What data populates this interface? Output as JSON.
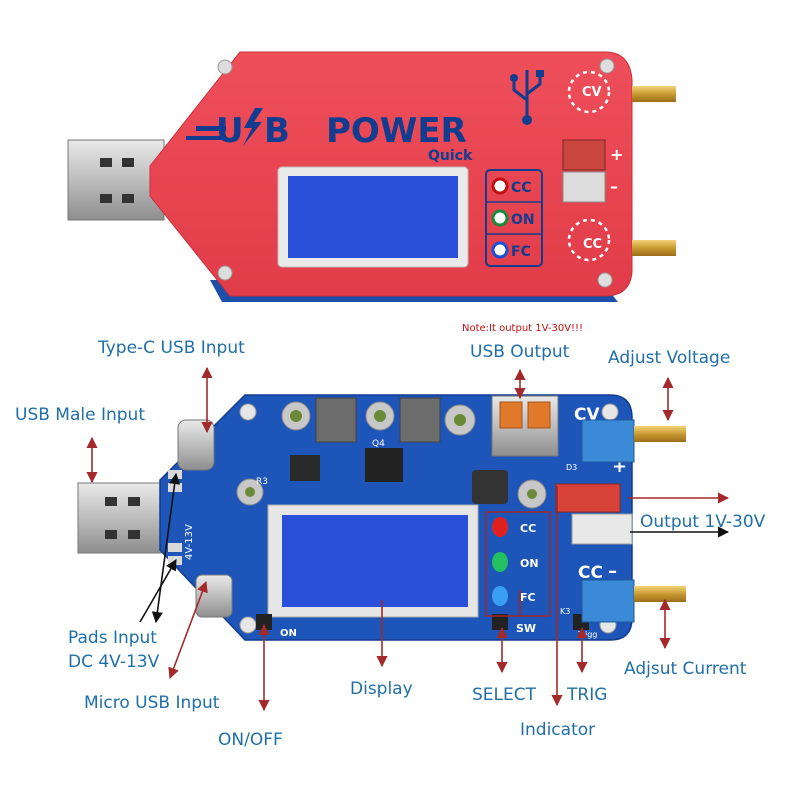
{
  "top_board": {
    "brand_usb": "U",
    "brand_b": "B",
    "brand_power": "POWER",
    "brand_quick": "Quick",
    "mode_cv": "CV",
    "mode_cc": "CC",
    "led_cc": "CC",
    "led_on": "ON",
    "led_fc": "FC",
    "plus": "+",
    "minus": "–"
  },
  "bottom_board": {
    "silk_cv": "CV",
    "silk_cc": "CC",
    "silk_led_cc": "CC",
    "silk_led_on": "ON",
    "silk_led_fc": "FC",
    "silk_sw": "SW",
    "silk_on": "ON",
    "silk_voltage": "4V-13V",
    "silk_q4": "Q4",
    "silk_r3": "R3",
    "silk_d3": "D3",
    "silk_k3": "K3",
    "silk_trigg": "Trigg"
  },
  "labels": {
    "note": "Note:It output 1V-30V!!!",
    "type_c": "Type-C USB Input",
    "usb_male": "USB Male Input",
    "usb_output": "USB Output",
    "adjust_voltage": "Adjust Voltage",
    "output": "Output 1V-30V",
    "pads_input_1": "Pads Input",
    "pads_input_2": "DC 4V-13V",
    "micro_usb": "Micro USB Input",
    "display": "Display",
    "on_off": "ON/OFF",
    "select": "SELECT",
    "trig": "TRIG",
    "indicator": "Indicator",
    "adjust_current": "Adjsut Current"
  },
  "colors": {
    "label_blue": "#1f6fa8",
    "arrow_red": "#a3292a",
    "board_red": "#e9434f",
    "pcb_blue": "#1d56b8",
    "lcd_blue": "#2a4fd8",
    "note_red": "#c01010"
  }
}
